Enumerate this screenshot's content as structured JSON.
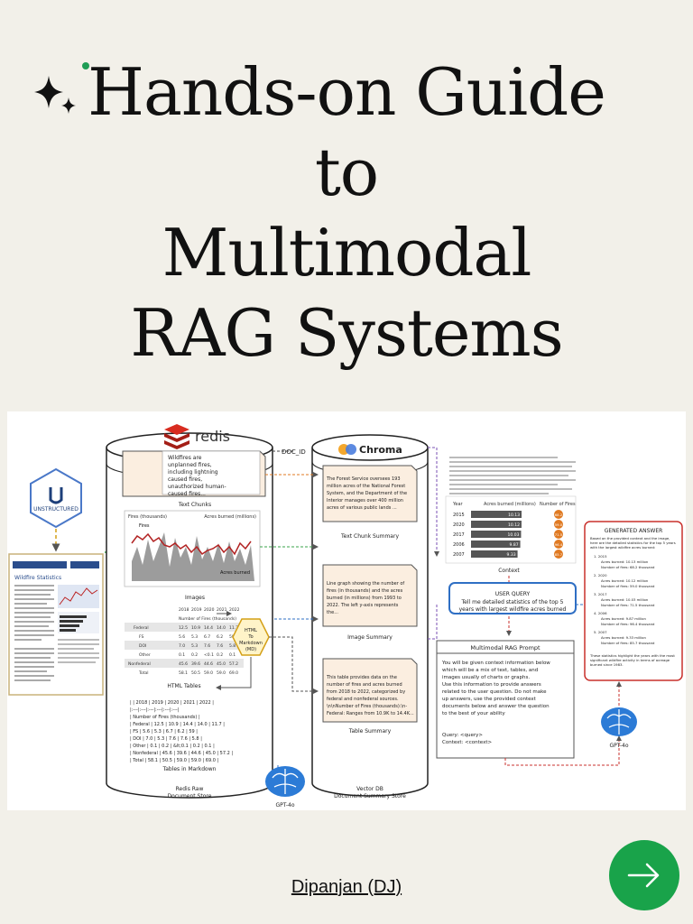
{
  "title": {
    "line1": "Hands-on Guide",
    "line2": "to",
    "line3": "Multimodal",
    "line4": "RAG Systems"
  },
  "diagram": {
    "unstructured_label": "UNSTRUCTURED",
    "redis_label": "redis",
    "chroma_label": "Chroma",
    "doc_id_label": "DOC_ID",
    "text_chunk_note": [
      "Wildfires are",
      "unplanned fires,",
      "including lightning",
      "caused fires,",
      "unauthorized human-",
      "caused fires..."
    ],
    "text_chunks_label": "Text Chunks",
    "chart_fires_label": "Fires (thousands)",
    "chart_acres_label": "Acres burned (millions)",
    "chart_series_fires": "Fires",
    "chart_series_acres": "Acres burned",
    "images_label": "Images",
    "html_tables_label": "HTML Tables",
    "html_table_header": "Number of Fires (thousands)",
    "html_table_years": [
      "2018",
      "2019",
      "2020",
      "2021",
      "2022"
    ],
    "html_table_rows": [
      [
        "Federal",
        "12.5",
        "10.9",
        "14.4",
        "14.0",
        "11.7"
      ],
      [
        "FS",
        "5.6",
        "5.3",
        "6.7",
        "6.2",
        "59"
      ],
      [
        "DOI",
        "7.0",
        "5.3",
        "7.6",
        "7.6",
        "5.8"
      ],
      [
        "Other",
        "0.1",
        "0.2",
        "<0.1",
        "0.2",
        "0.1"
      ],
      [
        "Nonfederal",
        "45.6",
        "39.6",
        "44.6",
        "45.0",
        "57.2"
      ],
      [
        "Total",
        "58.1",
        "50.5",
        "59.0",
        "59.0",
        "69.0"
      ]
    ],
    "md_lines": [
      "| | 2018 | 2019 | 2020 | 2021 | 2022 |",
      "|:---|:---|:---|:---|:---|:---|",
      "| Number of Fires (thousands) |",
      "| Federal | 12.5 | 10.9 | 14.4 | 14.0 | 11.7 |",
      "| FS | 5.6 | 5.3 | 6.7 | 6.2 | 59 |",
      "| DOI | 7.0 | 5.3 | 7.6 | 7.6 | 5.8 |",
      "| Other | 0.1 | 0.2 | &lt;0.1 | 0.2 | 0.1 |",
      "| Nonfederal | 45.6 | 39.6 | 44.6 | 45.0 | 57.2 |",
      "| Total | 58.1 | 50.5 | 59.0 | 59.0 | 69.0 |"
    ],
    "tables_md_label": "Tables in Markdown",
    "html_to_md_label": [
      "HTML",
      "To",
      "Markdown",
      "(MD)"
    ],
    "redis_store_label": [
      "Redis Raw",
      "Document Store"
    ],
    "gpt_label": "GPT-4o",
    "text_summary_note": [
      "The Forest Service oversees 193",
      "million acres of the National Forest",
      "System, and the Department of the",
      "Interior manages over 400 million",
      "acres of various public lands ..."
    ],
    "text_summary_label": "Text Chunk Summary",
    "image_summary_note": [
      "Line graph showing the number of",
      "fires (in thousands) and the acres",
      "burned (in millions) from 1993 to",
      "2022. The left y-axis represents",
      "the..."
    ],
    "image_summary_label": "Image Summary",
    "table_summary_note": [
      "This table provides data on the",
      "number of fires and acres burned",
      "from 2018 to 2022, categorized by",
      "federal and nonfederal sources.",
      "\\n\\nNumber of Fires (thousands):\\n-",
      "Federal: Ranges from 10.9K to 14.4K..."
    ],
    "table_summary_label": "Table Summary",
    "vector_db_label": [
      "Vector DB",
      "Document Summary Store"
    ],
    "context_label": "Context",
    "context_table_year_header": "Year",
    "context_table_acres_header": "Acres burned (millions)",
    "context_table_fires_header": "Number of Fires",
    "context_rows": [
      {
        "year": "2015",
        "acres": "10.13",
        "fires": "68.2",
        "acres_value": 10.13
      },
      {
        "year": "2020",
        "acres": "10.12",
        "fires": "59.0",
        "acres_value": 10.12
      },
      {
        "year": "2017",
        "acres": "10.03",
        "fires": "71.5",
        "acres_value": 10.03
      },
      {
        "year": "2006",
        "acres": "9.87",
        "fires": "96.4",
        "acres_value": 9.87
      },
      {
        "year": "2007",
        "acres": "9.33",
        "fires": "85.7",
        "acres_value": 9.33
      }
    ],
    "user_query_title": "USER QUERY",
    "user_query_text": [
      "Tell me detailed statistics of the top 5",
      "years with largest wildfire acres burned"
    ],
    "prompt_title": "Multimodal RAG Prompt",
    "prompt_text": [
      "You will be given context information below",
      "which will be a mix of text, tables, and",
      "images usually of charts or graphs.",
      "Use this information to provide answers",
      "related to the user question. Do not make",
      "up answers, use the provided context",
      "documents below and answer the question",
      "to the best of your ability",
      "",
      "Query: <query>",
      "Context: <context>"
    ],
    "generated_title": "GENERATED ANSWER",
    "generated_intro": [
      "Based on the provided context and the image,",
      "here are the detailed statistics for the top 5 years",
      "with the largest wildfire acres burned:"
    ],
    "generated_items": [
      {
        "rank": "1. 2015",
        "acres": "Acres burned: 10.13 million",
        "fires": "Number of fires: 68.2 thousand"
      },
      {
        "rank": "2. 2020",
        "acres": "Acres burned: 10.12 million",
        "fires": "Number of fires: 59.0 thousand"
      },
      {
        "rank": "3. 2017",
        "acres": "Acres burned: 10.03 million",
        "fires": "Number of fires: 71.5 thousand"
      },
      {
        "rank": "4. 2006",
        "acres": "Acres burned: 9.87 million",
        "fires": "Number of fires: 96.4 thousand"
      },
      {
        "rank": "5. 2007",
        "acres": "Acres burned: 9.33 million",
        "fires": "Number of fires: 85.7 thousand"
      }
    ],
    "generated_outro": [
      "These statistics highlight the years with the most",
      "significant wildfire activity in terms of acreage",
      "burned since 1983."
    ],
    "doc_thumb_title": "Wildfire Statistics"
  },
  "author": {
    "name": "Dipanjan (DJ)"
  },
  "colors": {
    "background": "#f2f0e9",
    "next_button": "#19a34a",
    "redis_red": "#d82c20",
    "dashed_purple": "#7a4fb3",
    "dashed_orange": "#e07a22",
    "dashed_red": "#c9302c",
    "dashed_green": "#3aa34a",
    "dashed_blue": "#2f6fc4"
  },
  "icons": [
    "sparkle-icon",
    "redis-logo-icon",
    "chroma-logo-icon",
    "openai-brain-icon",
    "unstructured-logo-icon",
    "arrow-right-icon"
  ]
}
